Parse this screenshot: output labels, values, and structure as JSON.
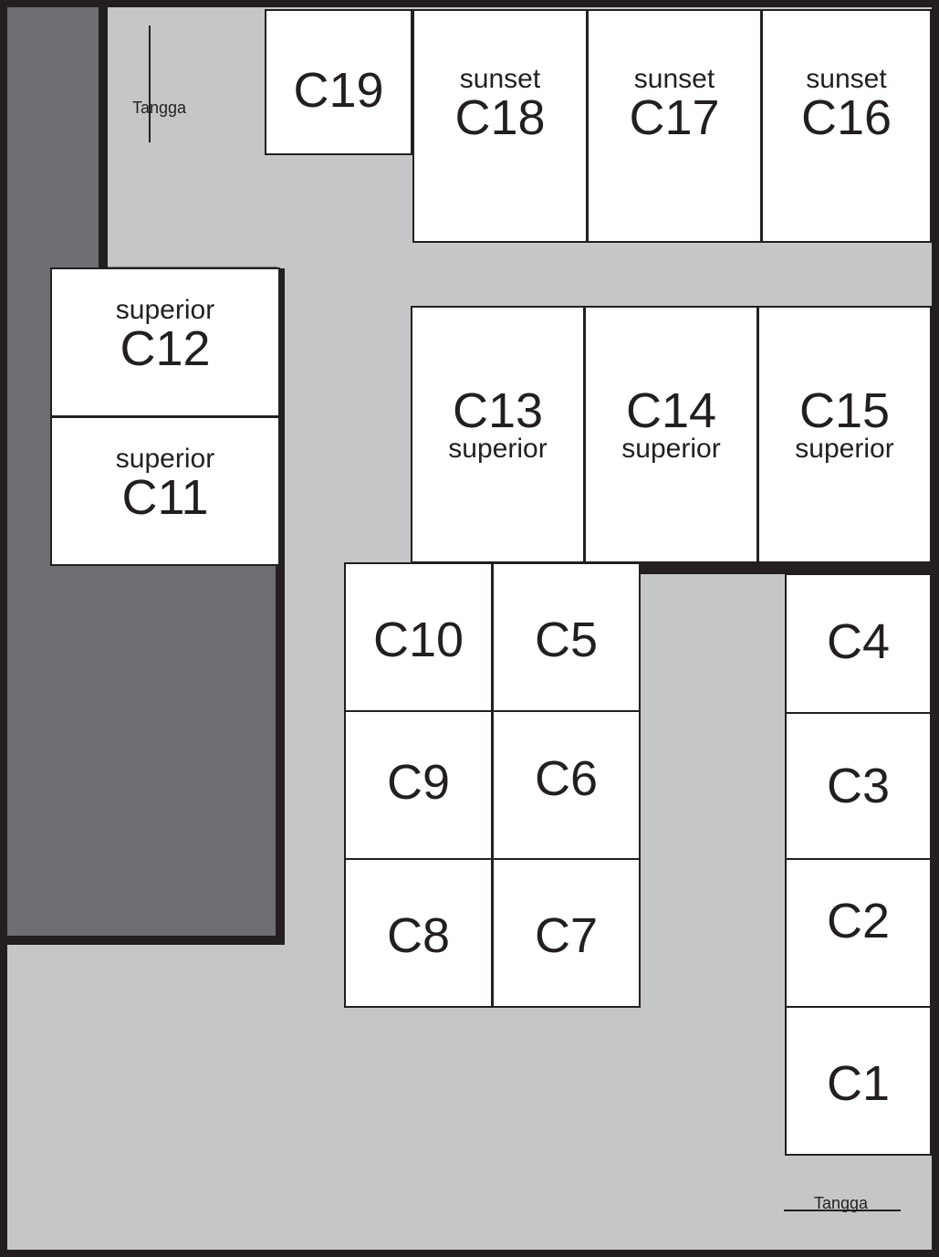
{
  "labels": {
    "stairs": "Tangga"
  },
  "types": {
    "sunset": "sunset",
    "superior": "superior"
  },
  "rooms": {
    "C1": "C1",
    "C2": "C2",
    "C3": "C3",
    "C4": "C4",
    "C5": "C5",
    "C6": "C6",
    "C7": "C7",
    "C8": "C8",
    "C9": "C9",
    "C10": "C10",
    "C11": "C11",
    "C12": "C12",
    "C13": "C13",
    "C14": "C14",
    "C15": "C15",
    "C16": "C16",
    "C17": "C17",
    "C18": "C18",
    "C19": "C19"
  },
  "colors": {
    "corridor": "#c5c6c8",
    "dark_area": "#6d6e71",
    "wall": "#231f20",
    "room": "#ffffff"
  }
}
